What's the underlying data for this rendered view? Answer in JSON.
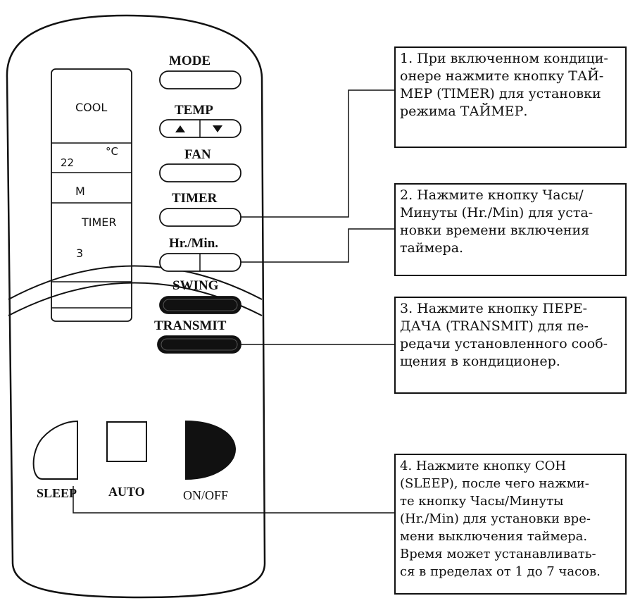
{
  "remote": {
    "lcd": {
      "mode": "COOL",
      "unit": "°C",
      "temp": "22",
      "fan": "M",
      "timer": "TIMER",
      "timer_value": "3"
    },
    "buttons": {
      "mode": "MODE",
      "temp": "TEMP",
      "fan": "FAN",
      "timer": "TIMER",
      "hr_min": "Hr./Min.",
      "swing": "SWING",
      "transmit": "TRANSMIT",
      "sleep": "SLEEP",
      "auto": "AUTO",
      "on_off": "ON/OFF"
    },
    "icons": [
      "up-arrow-icon",
      "down-arrow-icon"
    ]
  },
  "instructions": [
    {
      "lines": [
        "1. При включенном кондици-",
        "онере нажмите кнопку ТАЙ-",
        "МЕР (TIMER) для установки",
        "режима ТАЙМЕР."
      ]
    },
    {
      "lines": [
        "2. Нажмите кнопку Часы/",
        "Минуты (Hr./Min) для уста-",
        "новки времени включения",
        "таймера."
      ]
    },
    {
      "lines": [
        "3. Нажмите кнопку ПЕРЕ-",
        "ДАЧА (TRANSMIT) для пе-",
        "редачи установленного сооб-",
        "щения в кондиционер."
      ]
    },
    {
      "lines": [
        "4. Нажмите кнопку СОН",
        "(SLEEP), после чего нажми-",
        "те кнопку Часы/Минуты",
        "(Hr./Min) для установки вре-",
        "мени выключения таймера.",
        "Время может устанавливать-",
        "ся в пределах от 1 до 7 часов."
      ]
    }
  ]
}
